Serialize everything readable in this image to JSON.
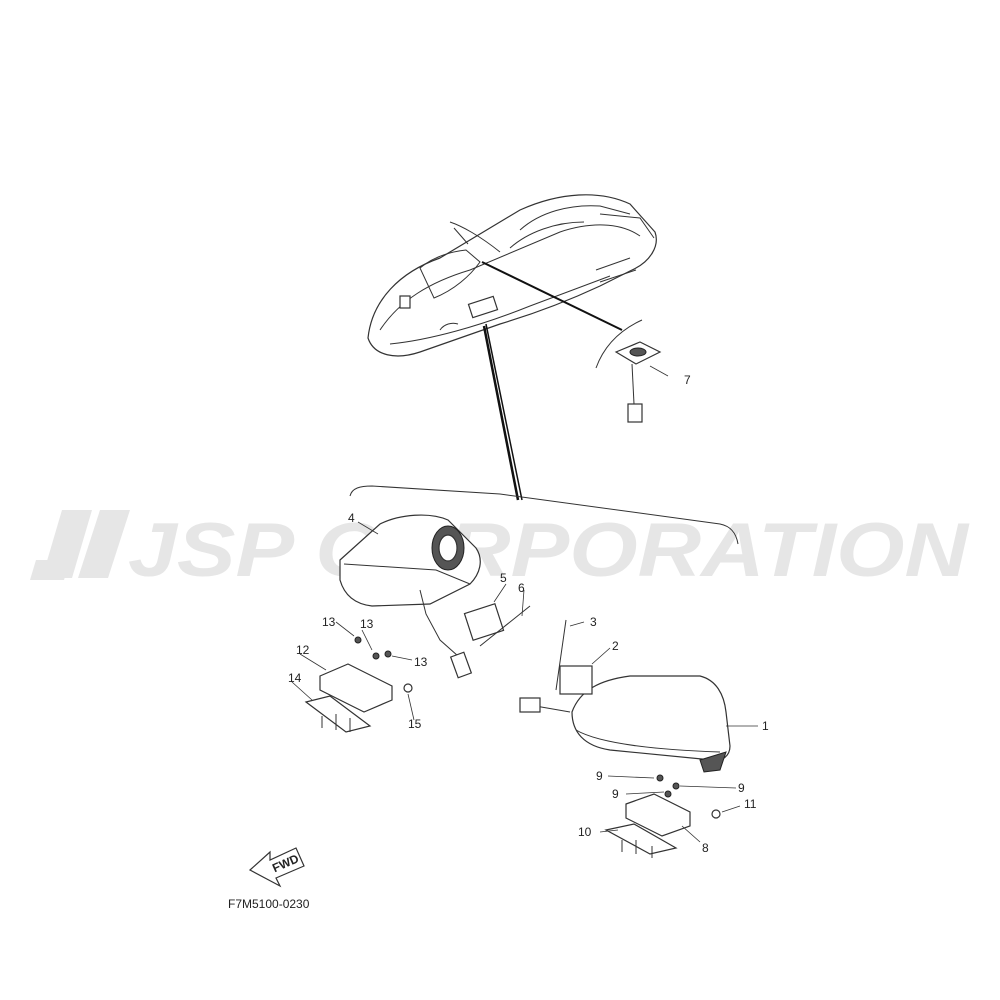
{
  "watermark": {
    "text": "JSP CORPORATION",
    "color": "#e6e6e6"
  },
  "diagram_code": "F7M5100-0230",
  "fwd_label": "FWD",
  "callouts": {
    "c1": "1",
    "c2": "2",
    "c3": "3",
    "c4": "4",
    "c5": "5",
    "c6": "6",
    "c7": "7",
    "c8": "8",
    "c9a": "9",
    "c9b": "9",
    "c9c": "9",
    "c10": "10",
    "c11": "11",
    "c12": "12",
    "c13a": "13",
    "c13b": "13",
    "c13c": "13",
    "c14": "14",
    "c15": "15"
  }
}
